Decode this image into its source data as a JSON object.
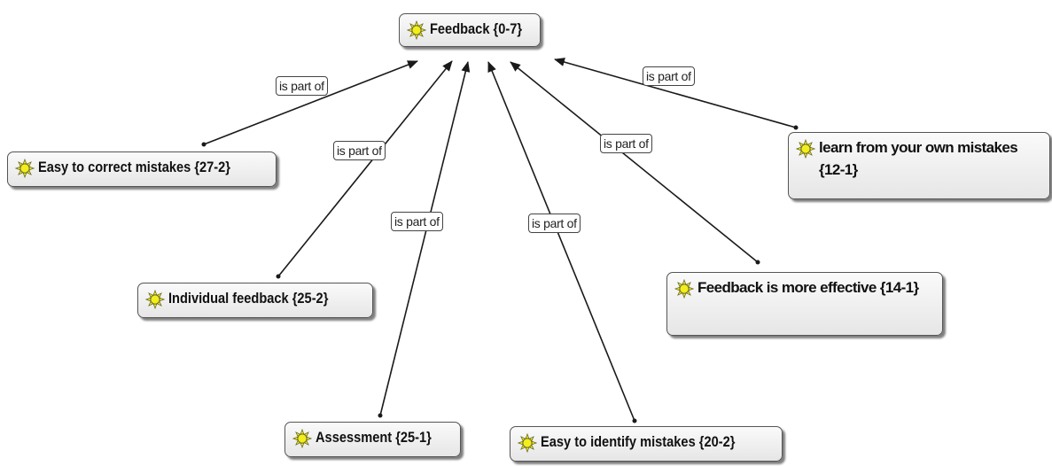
{
  "nodes": {
    "root": {
      "label": "Feedback {0-7}",
      "icon": "sun-icon"
    },
    "easy_correct": {
      "label": "Easy to correct mistakes {27-2}",
      "icon": "sun-icon"
    },
    "individual": {
      "label": "Individual feedback {25-2}",
      "icon": "sun-icon"
    },
    "assessment": {
      "label": "Assessment {25-1}",
      "icon": "sun-icon"
    },
    "easy_identify": {
      "label": "Easy to identify mistakes {20-2}",
      "icon": "sun-icon"
    },
    "more_effective": {
      "label": "Feedback is more effective {14-1}",
      "icon": "sun-icon"
    },
    "learn_own": {
      "label": "learn from your own mistakes {12-1}",
      "icon": "sun-icon"
    }
  },
  "relations": {
    "easy_correct": "is part of",
    "individual": "is part of",
    "assessment": "is part of",
    "easy_identify": "is part of",
    "more_effective": "is part of",
    "learn_own": "is part of"
  },
  "colors": {
    "icon_fill": "#f2ee1c",
    "line": "#1a1a1a"
  }
}
